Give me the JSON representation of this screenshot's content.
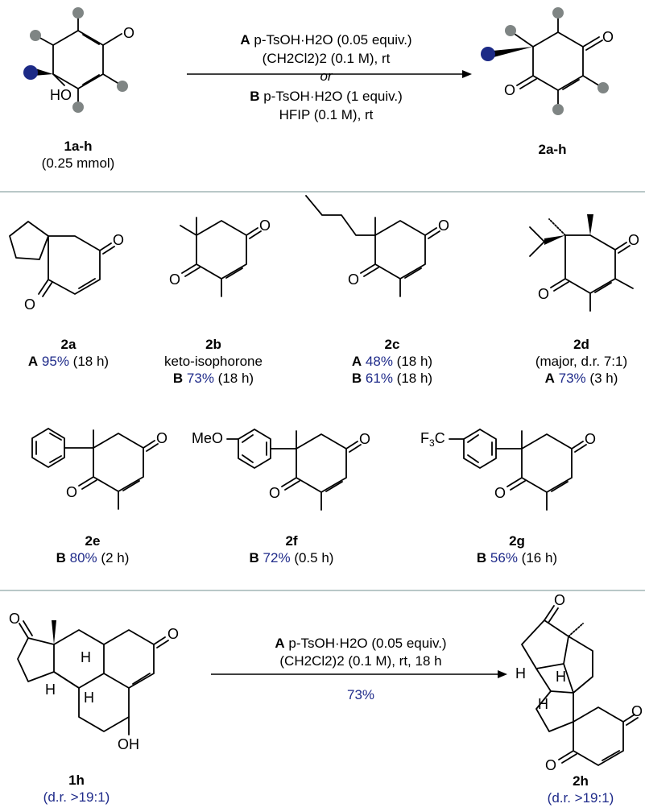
{
  "top_reaction": {
    "reactant": {
      "label": "1a-h",
      "amount": "(0.25 mmol)"
    },
    "product": {
      "label": "2a-h"
    },
    "cond_a_letter": "A",
    "cond_a_reagent": "p-TsOH·H2O (0.05 equiv.)",
    "cond_a_solvent": "(CH2Cl2)2 (0.1 M), rt",
    "or_text": "or",
    "cond_b_letter": "B",
    "cond_b_reagent": "p-TsOH·H2O (1 equiv.)",
    "cond_b_solvent": "HFIP (0.1 M), rt",
    "atom_O": "O",
    "atom_HO": "HO"
  },
  "compounds": [
    {
      "id": "2a",
      "lines": [
        {
          "cond": "A",
          "yield": "95%",
          "time": "(18 h)"
        }
      ]
    },
    {
      "id": "2b",
      "name": "keto-isophorone",
      "lines": [
        {
          "cond": "B",
          "yield": "73%",
          "time": "(18 h)"
        }
      ]
    },
    {
      "id": "2c",
      "lines": [
        {
          "cond": "A",
          "yield": "48%",
          "time": "(18 h)"
        },
        {
          "cond": "B",
          "yield": "61%",
          "time": "(18 h)"
        }
      ]
    },
    {
      "id": "2d",
      "note": "(major, d.r. 7:1)",
      "lines": [
        {
          "cond": "A",
          "yield": "73%",
          "time": "(3 h)"
        }
      ]
    },
    {
      "id": "2e",
      "lines": [
        {
          "cond": "B",
          "yield": "80%",
          "time": "(2 h)"
        }
      ]
    },
    {
      "id": "2f",
      "substituent": "MeO",
      "lines": [
        {
          "cond": "B",
          "yield": "72%",
          "time": "(0.5 h)"
        }
      ]
    },
    {
      "id": "2g",
      "substituent": "F3C",
      "lines": [
        {
          "cond": "B",
          "yield": "56%",
          "time": "(16 h)"
        }
      ]
    }
  ],
  "bottom_reaction": {
    "reactant": {
      "label": "1h",
      "dr": "(d.r. >19:1)"
    },
    "product": {
      "label": "2h",
      "dr": "(d.r. >19:1)"
    },
    "cond_letter": "A",
    "cond_reagent": "p-TsOH·H2O (0.05 equiv.)",
    "cond_solvent": "(CH2Cl2)2 (0.1 M), rt, 18 h",
    "yield": "73%",
    "atom_H": "H",
    "atom_OH": "OH"
  },
  "colors": {
    "text_blue": "#1f2b8a",
    "substituent_grey": "#7f8584",
    "substituent_navy": "#1c2a86",
    "separator": "#8fa6a6"
  }
}
